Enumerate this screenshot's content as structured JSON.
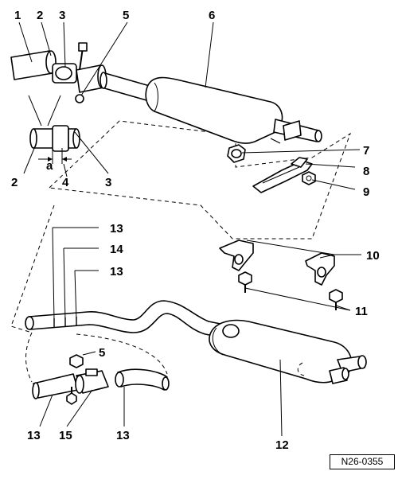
{
  "diagram": {
    "reference": "N26-0355",
    "dimension_label": "a",
    "callouts": {
      "c1": "1",
      "c2_top": "2",
      "c3_top": "3",
      "c5_top": "5",
      "c6": "6",
      "c7": "7",
      "c8": "8",
      "c9": "9",
      "c2_left": "2",
      "c4": "4",
      "c3_detail": "3",
      "c13_a": "13",
      "c14": "14",
      "c13_b": "13",
      "c10": "10",
      "c11": "11",
      "c5_bottom": "5",
      "c13_c": "13",
      "c15": "15",
      "c13_d": "13",
      "c12": "12"
    }
  }
}
